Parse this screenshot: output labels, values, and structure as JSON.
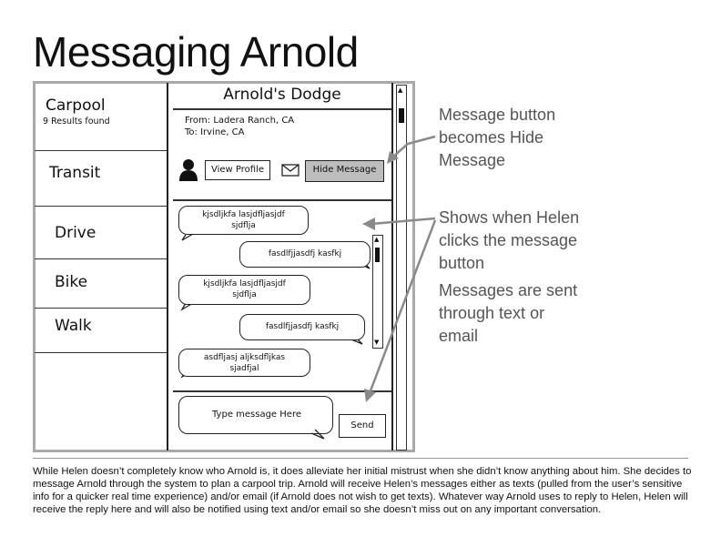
{
  "title": "Messaging Arnold",
  "sidebar": {
    "items": [
      {
        "label": "Carpool",
        "sublabel": "9 Results found"
      },
      {
        "label": "Transit"
      },
      {
        "label": "Drive"
      },
      {
        "label": "Bike"
      },
      {
        "label": "Walk"
      }
    ]
  },
  "detail": {
    "title": "Arnold's Dodge",
    "from": "From: Ladera Ranch, CA",
    "to": "To: Irvine, CA",
    "view_profile_label": "View Profile",
    "hide_message_label": "Hide Message"
  },
  "chat": {
    "messages": [
      {
        "line1": "kjsdljkfa lasjdfljasjdf",
        "line2": "sjdflja"
      },
      {
        "line1": "fasdlfjjasdfj kasfkj",
        "line2": ""
      },
      {
        "line1": "kjsdljkfa lasjdfljasjdf",
        "line2": "sjdflja"
      },
      {
        "line1": "fasdlfjjasdfj kasfkj",
        "line2": ""
      },
      {
        "line1": "asdfljasj aljksdfljkas",
        "line2": "sjadfjal"
      }
    ],
    "input_placeholder": "Type message Here",
    "send_label": "Send"
  },
  "annotations": {
    "a1": [
      "Message button",
      "becomes Hide",
      "Message"
    ],
    "a2": [
      "Shows when Helen",
      "clicks the message",
      "button"
    ],
    "a3": [
      "Messages are sent",
      "through text or",
      "email"
    ]
  },
  "caption": "While Helen doesn’t completely know who Arnold is, it does alleviate her initial mistrust when she didn’t know anything about him. She decides to message Arnold through the system to plan a carpool trip. Arnold will receive Helen’s messages either as texts (pulled from the user’s sensitive info for a quicker real time experience) and/or email (if Arnold does not wish to get texts). Whatever way Arnold uses to reply to Helen, Helen will receive the reply here and will also be notified using text and/or email so she doesn’t miss out on any important conversation."
}
